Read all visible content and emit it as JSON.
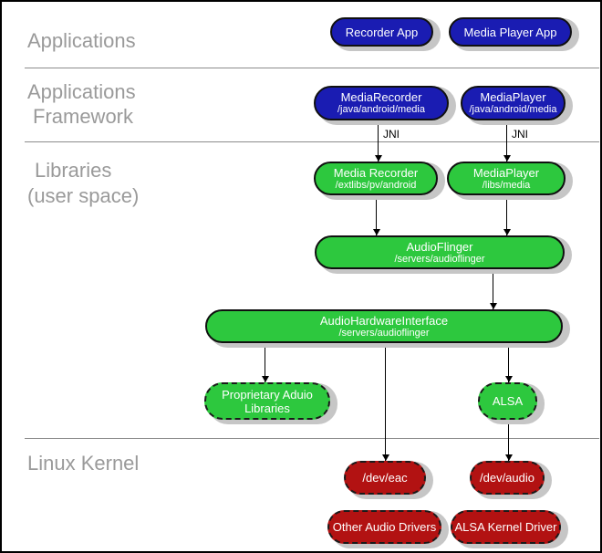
{
  "section_labels": {
    "applications": "Applications",
    "framework_line1": "Applications",
    "framework_line2": "Framework",
    "libraries_line1": "Libraries",
    "libraries_line2": "(user space)",
    "kernel": "Linux Kernel"
  },
  "nodes": {
    "recorder_app": {
      "label": "Recorder App"
    },
    "media_player_app": {
      "label": "Media Player App"
    },
    "media_recorder_fw": {
      "label": "MediaRecorder",
      "path": "/java/android/media"
    },
    "media_player_fw": {
      "label": "MediaPlayer",
      "path": "/java/android/media"
    },
    "media_recorder_lib": {
      "label": "Media Recorder",
      "path": "/extlibs/pv/android"
    },
    "media_player_lib": {
      "label": "MediaPlayer",
      "path": "/libs/media"
    },
    "audio_flinger": {
      "label": "AudioFlinger",
      "path": "/servers/audioflinger"
    },
    "audio_hardware_interface": {
      "label": "AudioHardwareInterface",
      "path": "/servers/audioflinger"
    },
    "proprietary_audio": {
      "label": "Proprietary Aduio Libraries"
    },
    "alsa": {
      "label": "ALSA"
    },
    "dev_eac": {
      "label": "/dev/eac"
    },
    "dev_audio": {
      "label": "/dev/audio"
    },
    "other_audio_drivers": {
      "label": "Other Audio Drivers"
    },
    "alsa_kernel_driver": {
      "label": "ALSA Kernel Driver"
    }
  },
  "edge_labels": {
    "jni_left": "JNI",
    "jni_right": "JNI"
  },
  "edges": [
    {
      "from": "media_recorder_fw",
      "to": "media_recorder_lib",
      "label": "JNI"
    },
    {
      "from": "media_player_fw",
      "to": "media_player_lib",
      "label": "JNI"
    },
    {
      "from": "media_recorder_lib",
      "to": "audio_flinger",
      "label": ""
    },
    {
      "from": "media_player_lib",
      "to": "audio_flinger",
      "label": ""
    },
    {
      "from": "audio_flinger",
      "to": "audio_hardware_interface",
      "label": ""
    },
    {
      "from": "audio_hardware_interface",
      "to": "proprietary_audio",
      "label": ""
    },
    {
      "from": "audio_hardware_interface",
      "to": "dev_eac",
      "label": ""
    },
    {
      "from": "audio_hardware_interface",
      "to": "alsa",
      "label": ""
    },
    {
      "from": "alsa",
      "to": "dev_audio",
      "label": ""
    }
  ],
  "colors": {
    "blue_node": "#1a1cb2",
    "green_node": "#2dc83e",
    "red_node": "#b21212",
    "shadow": "#c6c6c6",
    "section_label": "#9a9a9a",
    "divider": "#8c8c8c"
  }
}
